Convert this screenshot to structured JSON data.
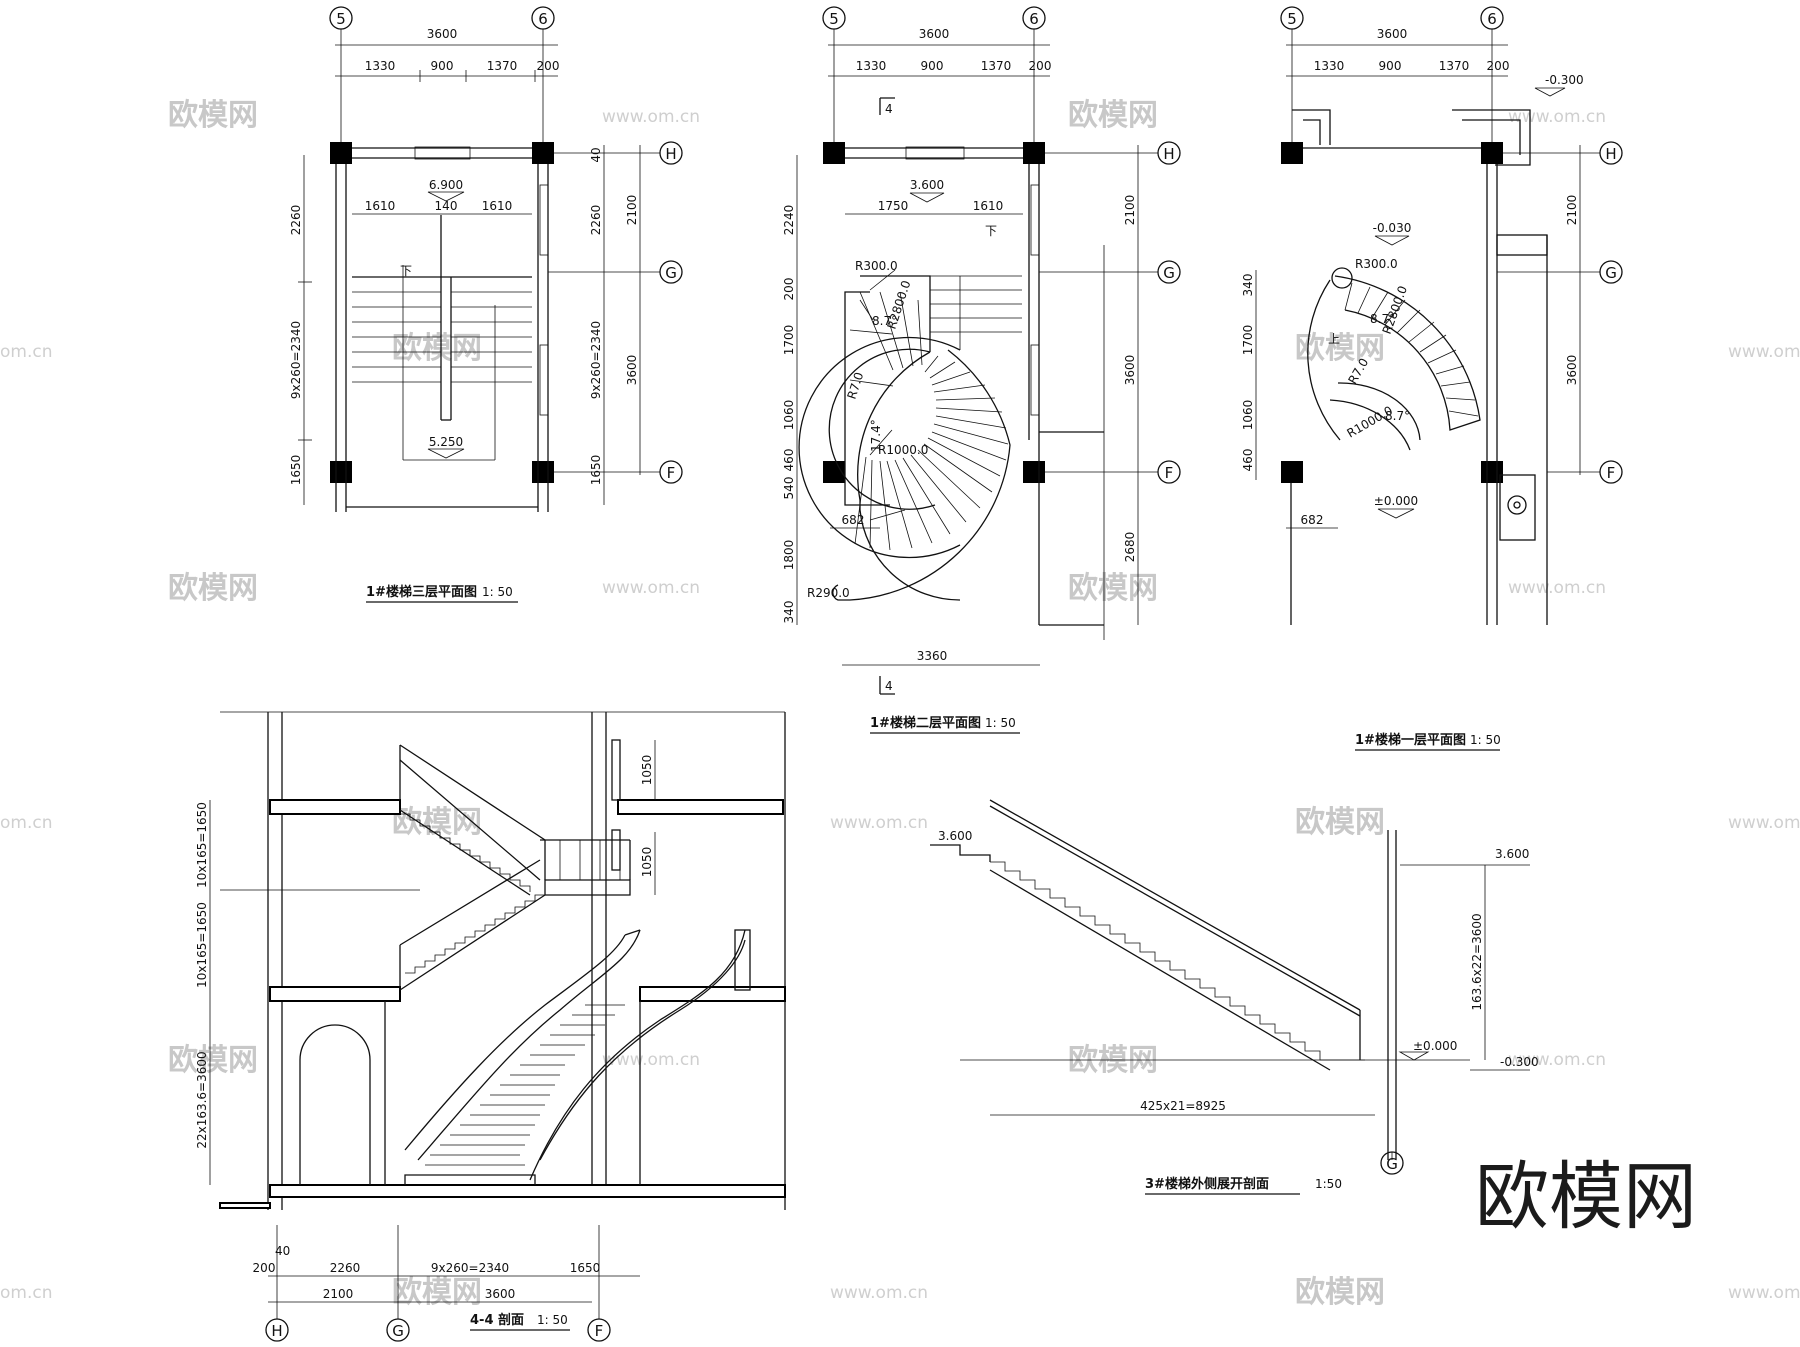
{
  "titles": {
    "third_floor": "1#楼梯三层平面图",
    "second_floor": "1#楼梯二层平面图",
    "first_floor": "1#楼梯一层平面图",
    "section_44": "4-4 剖面",
    "unfold_section": "3#楼梯外侧展开剖面"
  },
  "scales": {
    "s150": "1: 50",
    "s150b": "1:50"
  },
  "axes": {
    "a5": "5",
    "a6": "6",
    "h": "H",
    "g": "G",
    "f": "F"
  },
  "section_mark": "4",
  "dims": {
    "d3600": "3600",
    "d1330": "1330",
    "d900": "900",
    "d1370": "1370",
    "d200": "200",
    "d1610": "1610",
    "d140": "140",
    "d1750": "1750",
    "d2260": "2260",
    "d9x260": "9x260=2340",
    "d1650": "1650",
    "d40": "40",
    "d2100": "2100",
    "d2240": "2240",
    "d1700": "1700",
    "d1060": "1060",
    "d460": "460",
    "d540": "540",
    "d1800": "1800",
    "d340": "340",
    "d2680": "2680",
    "d3360": "3360",
    "d682": "682",
    "d1050": "1050",
    "d10x165": "10x165=1650",
    "d22x163": "22x163.6=3600",
    "d163x22": "163.6x22=3600",
    "d425x21": "425x21=8925"
  },
  "elevations": {
    "e6900": "6.900",
    "e5250": "5.250",
    "e3600": "3.600",
    "em030": "-0.030",
    "em300": "-0.300",
    "e0000": "±0.000"
  },
  "radii": {
    "r300": "R300.0",
    "r2800": "R2800.0",
    "r1000": "R1000.0",
    "r290": "R290.0",
    "r7": "R7.0",
    "a871": "8.7°",
    "a87": "8.7°",
    "a17": "17.4°"
  },
  "marks": {
    "up": "上",
    "down": "下"
  },
  "watermarks": {
    "cn": "欧模网",
    "url": "www.om.cn",
    "url2": "om.cn",
    "brand": "欧模网"
  }
}
